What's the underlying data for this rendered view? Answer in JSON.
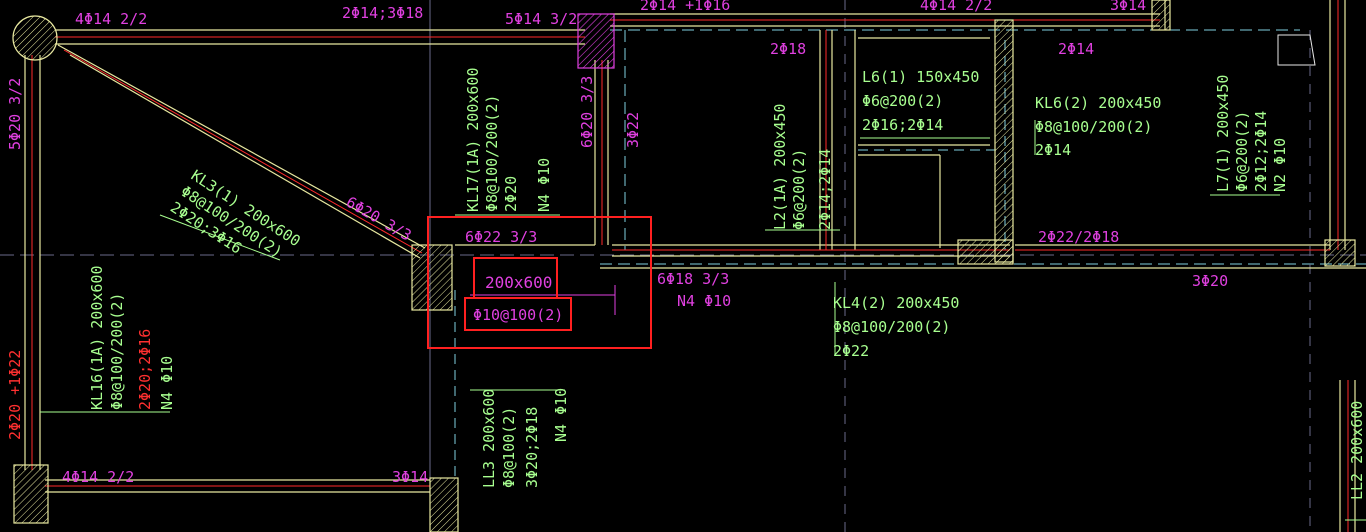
{
  "colors": {
    "background": "#000000",
    "beam_line": "#e8e8a0",
    "red_line": "#ff2a2a",
    "grid": "#6a6a8a",
    "cyan": "#7fd0e0",
    "magenta": "#e040e0",
    "green": "#a8ff90",
    "red_text": "#ff3030",
    "white": "#e8e8e8",
    "column_fill": "#6b6b30",
    "highlight": "#ff2020"
  },
  "labels": {
    "l1": "4Φ14 2/2",
    "l2": "2Φ14;3Φ18",
    "l3": "5Φ14 3/2",
    "l4": "2Φ14 +1Φ16",
    "l5": "4Φ14 2/2",
    "l6": "3Φ14",
    "l7": "2Φ18",
    "l8": "2Φ14",
    "l9": "5Φ20 3/2",
    "l10": "6Φ20 3/3",
    "l11": "3Φ22",
    "l12": "6Φ20 3/3",
    "l13": "6Φ22 3/3",
    "l14": "200x600",
    "l15": "Φ10@100(2)",
    "l16": "6Φ18 3/3",
    "l17": "N4 Φ10",
    "l18": "2Φ22/2Φ18",
    "l19": "3Φ20",
    "l20": "2Φ20 +1Φ22",
    "l21": "4Φ14 2/2",
    "l22": "3Φ14",
    "kl3_1": "KL3(1) 200x600",
    "kl3_2": "Φ8@100/200(2)",
    "kl3_3": "2Φ20;3Φ16",
    "kl17_1": "KL17(1A) 200x600",
    "kl17_2": "Φ8@100/200(2)",
    "kl17_3": "2Φ20",
    "kl17_4": "N4 Φ10",
    "l2_1": "L2(1A) 200x450",
    "l2_2": "Φ6@200(2)",
    "l2_3": "2Φ14;2Φ14",
    "l6_1": "L6(1) 150x450",
    "l6_2": "Φ6@200(2)",
    "l6_3": "2Φ16;2Φ14",
    "kl6_1": "KL6(2) 200x450",
    "kl6_2": "Φ8@100/200(2)",
    "kl6_3": "2Φ14",
    "l7_1": "L7(1) 200x450",
    "l7_2": "Φ6@200(2)",
    "l7_3": "2Φ12;2Φ14",
    "l7_4": "N2 Φ10",
    "kl4_1": "KL4(2) 200x450",
    "kl4_2": "Φ8@100/200(2)",
    "kl4_3": "2Φ22",
    "kl16_1": "KL16(1A) 200x600",
    "kl16_2": "Φ8@100/200(2)",
    "kl16_3": "2Φ20;2Φ16",
    "kl16_4": "N4 Φ10",
    "ll3_1": "LL3 200x600",
    "ll3_2": "Φ8@100(2)",
    "ll3_3": "3Φ20;2Φ18",
    "ll3_4": "N4 Φ10",
    "ll2_1": "LL2 200x600"
  }
}
